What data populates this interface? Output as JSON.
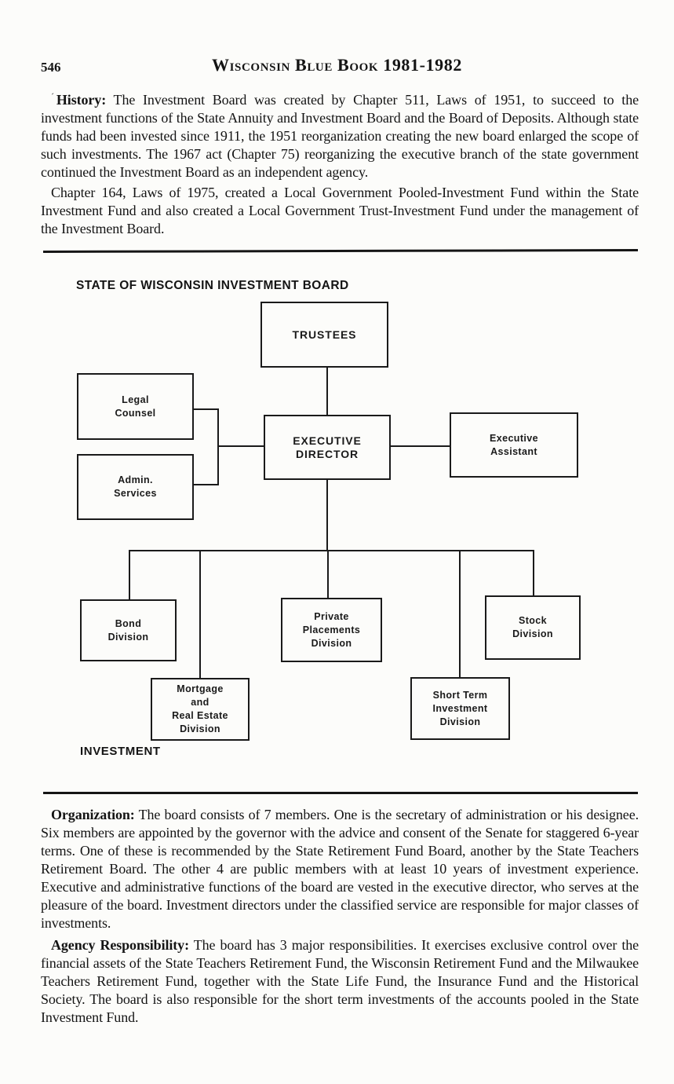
{
  "colors": {
    "ink": "#141414",
    "paper": "#fcfcfa"
  },
  "page": {
    "number": "546",
    "header_title": "Wisconsin Blue Book 1981-1982"
  },
  "history": {
    "premark": "´",
    "label": "History:",
    "text": "The Investment Board was created by Chapter 511, Laws of 1951, to succeed to the investment functions of the State Annuity and Investment Board and the Board of Deposits. Although state funds had been invested since 1911, the 1951 reorganization creating the new board enlarged the scope of such investments. The 1967 act (Chapter 75) reorganizing the executive branch of the state government continued the Investment Board as an independent agency.",
    "paragraph2": "Chapter 164, Laws of 1975, created a Local Government Pooled-Investment Fund within the State Investment Fund and also created a Local Government Trust-Investment Fund under the management of the Investment Board."
  },
  "chart": {
    "title": "STATE OF WISCONSIN INVESTMENT BOARD",
    "footer_label": "INVESTMENT",
    "nodes": {
      "trustees": "TRUSTEES",
      "legal_counsel": "Legal\nCounsel",
      "admin_services": "Admin.\nServices",
      "executive_director": "EXECUTIVE\nDIRECTOR",
      "executive_assistant": "Executive\nAssistant",
      "bond": "Bond\nDivision",
      "private_placements": "Private\nPlacements\nDivision",
      "stock": "Stock\nDivision",
      "mortgage_real_estate": "Mortgage\nand\nReal Estate\nDivision",
      "short_term_investment": "Short Term\nInvestment\nDivision"
    }
  },
  "organization": {
    "label": "Organization:",
    "text": "The board consists of 7 members. One is the secretary of administration or his designee. Six members are appointed by the governor with the advice and consent of the Senate for staggered 6-year terms. One of these is recommended by the State Retirement Fund Board, another by the State Teachers Retirement Board. The other 4 are public members with at least 10 years of investment experience. Executive and administrative functions of the board are vested in the executive director, who serves at the pleasure of the board. Investment directors under the classified service are responsible for major classes of investments."
  },
  "agency_responsibility": {
    "label": "Agency Responsibility:",
    "text": "The board has 3 major responsibilities. It exercises exclusive control over the financial assets of the State Teachers Retirement Fund, the Wisconsin Retirement Fund and the Milwaukee Teachers Retirement Fund, together with the State Life Fund, the Insurance Fund and the Historical Society. The board is also responsible for the short term investments of the accounts pooled in the State Investment Fund."
  }
}
